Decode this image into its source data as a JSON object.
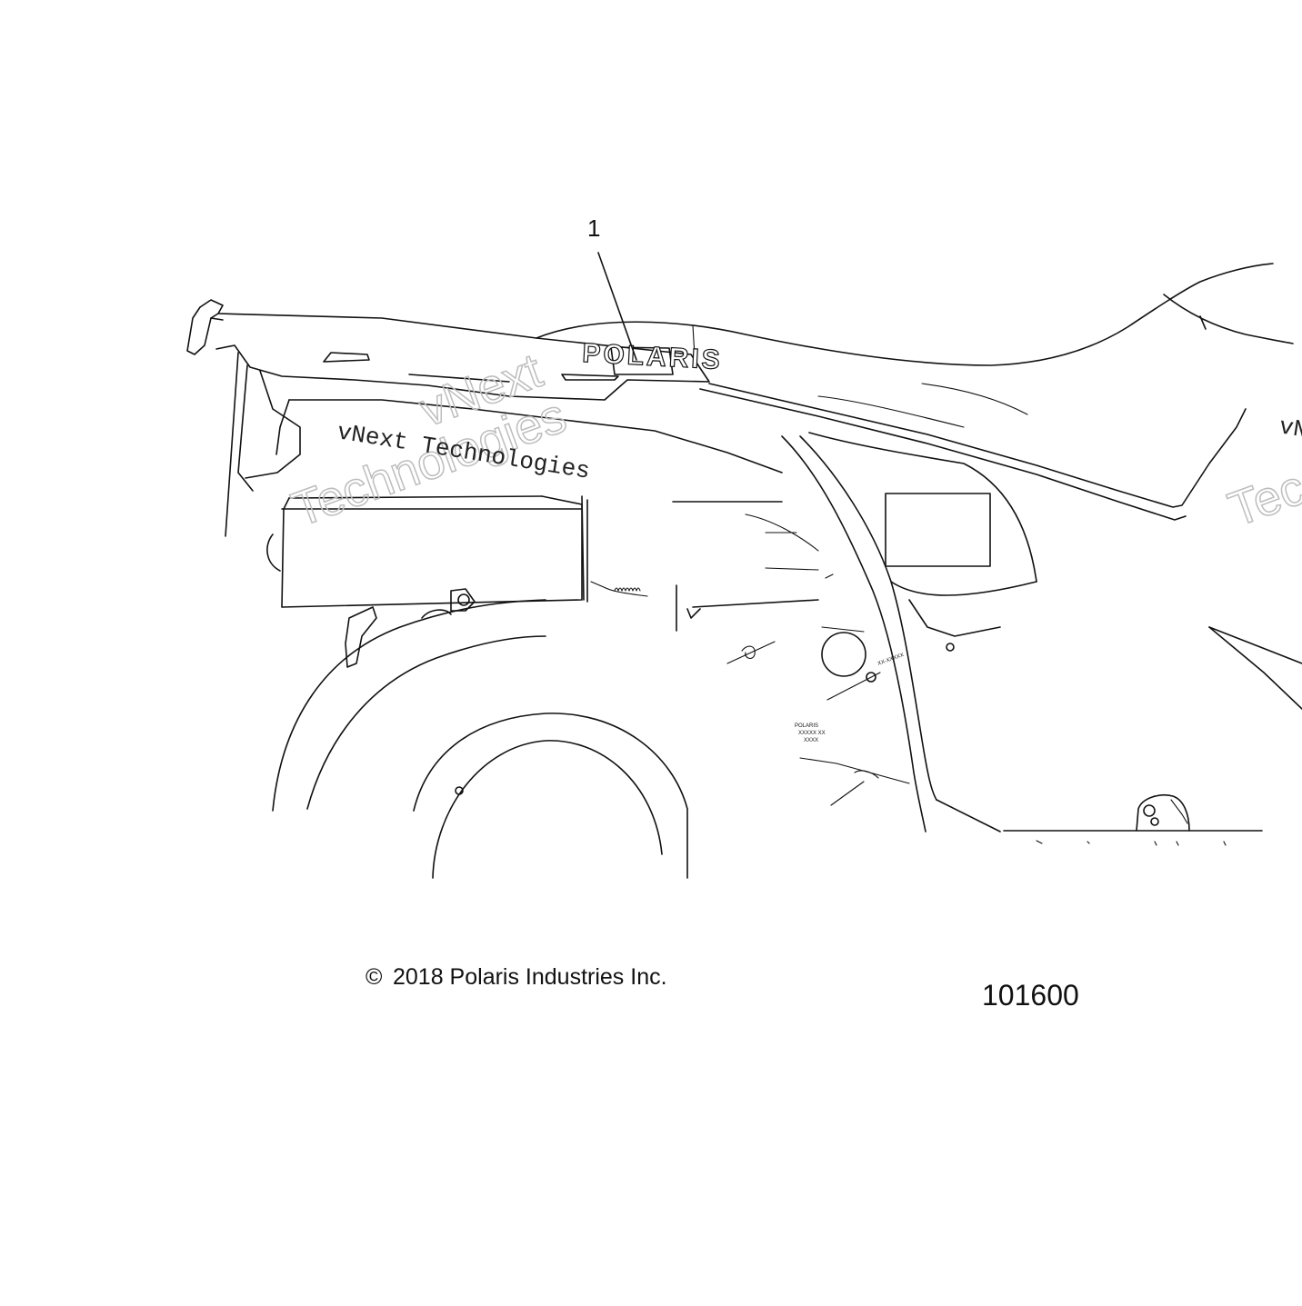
{
  "diagram": {
    "callout_number": "1",
    "brand_decal": "POLARIS",
    "copyright": "2018 Polaris Industries Inc.",
    "copyright_symbol": "©",
    "drawing_number": "101600",
    "tag_label": "XX-XXXXX",
    "plate_text": [
      "POLARIS",
      "XXXXX XX",
      "XXXX"
    ]
  },
  "watermark": {
    "outline_line1": "vNext",
    "outline_line2": "Technologies",
    "typed_text": "vNext Technologies",
    "right_edge_outline": "Tec",
    "right_edge_typed": "vN"
  }
}
